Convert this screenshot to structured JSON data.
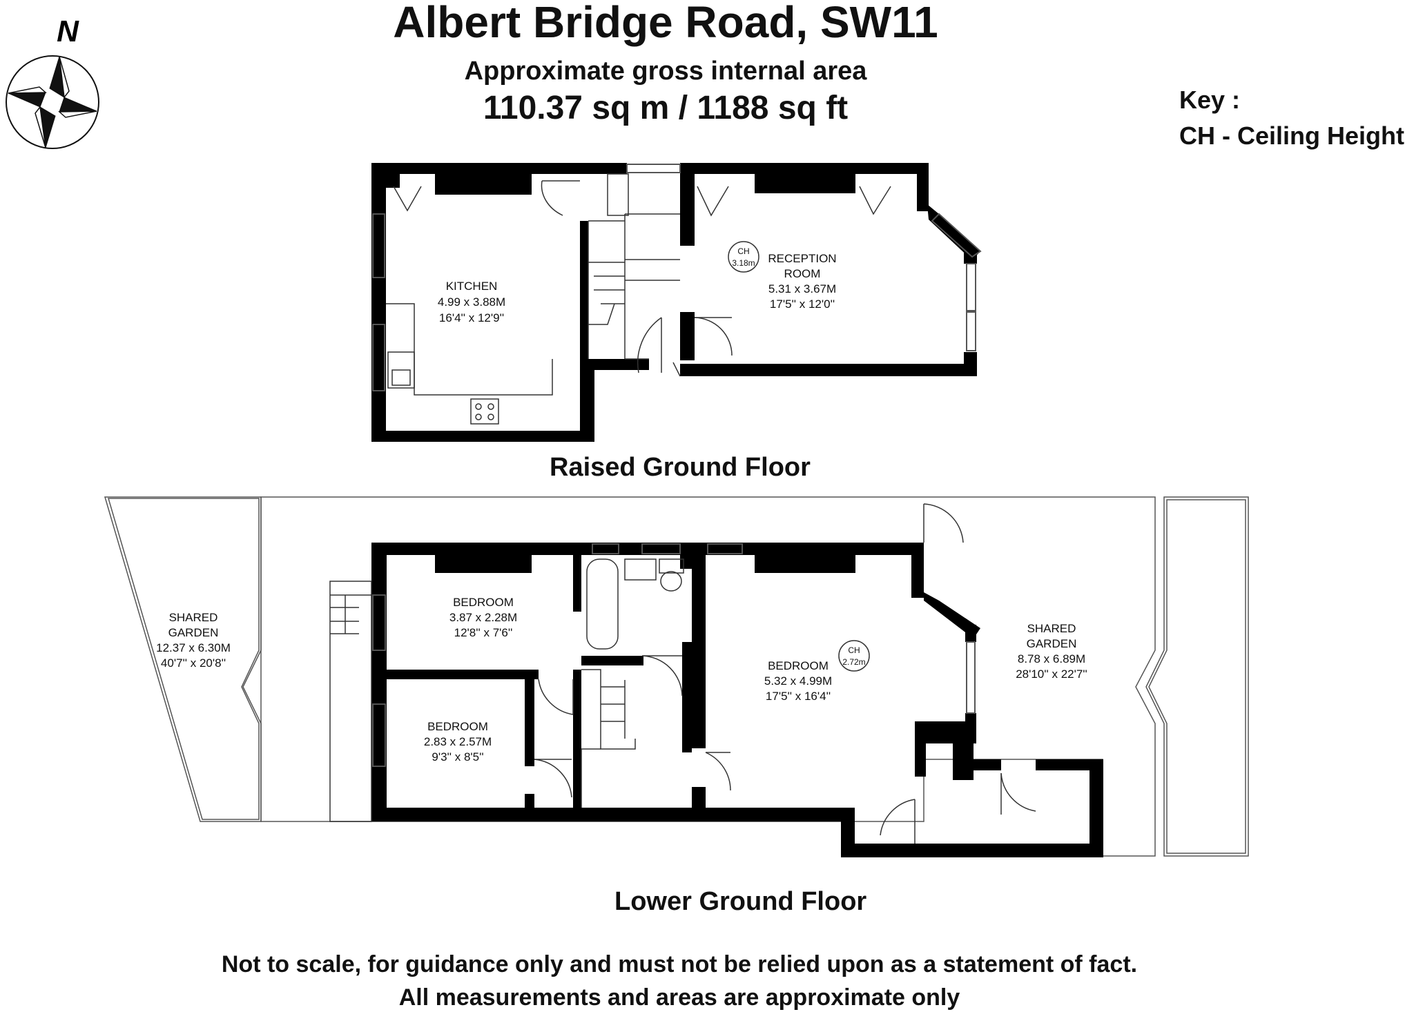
{
  "header": {
    "title": "Albert Bridge Road, SW11",
    "subtitle": "Approximate gross internal area",
    "area": "110.37 sq m /  1188 sq ft"
  },
  "compass": {
    "label": "N"
  },
  "key": {
    "title": "Key :",
    "entry": "CH - Ceiling Height"
  },
  "floors": {
    "raised_ground": {
      "label": "Raised Ground Floor",
      "rooms": {
        "kitchen": [
          "KITCHEN",
          "4.99 x 3.88M",
          "16'4'' x 12'9''"
        ],
        "reception": [
          "RECEPTION",
          "ROOM",
          "5.31 x 3.67M",
          "17'5'' x 12'0''"
        ]
      },
      "ceiling": [
        "CH",
        "3.18m"
      ]
    },
    "lower_ground": {
      "label": "Lower Ground Floor",
      "rooms": {
        "garden_left": [
          "SHARED",
          "GARDEN",
          "12.37 x 6.30M",
          "40'7'' x 20'8''"
        ],
        "bedroom_top": [
          "BEDROOM",
          "3.87 x 2.28M",
          "12'8'' x 7'6''"
        ],
        "bedroom_small": [
          "BEDROOM",
          "2.83 x 2.57M",
          "9'3'' x 8'5''"
        ],
        "bedroom_main": [
          "BEDROOM",
          "5.32 x 4.99M",
          "17'5'' x 16'4''"
        ],
        "garden_right": [
          "SHARED",
          "GARDEN",
          "8.78 x 6.89M",
          "28'10'' x 22'7''"
        ]
      },
      "ceiling": [
        "CH",
        "2.72m"
      ]
    }
  },
  "footer": {
    "line1": "Not to scale, for guidance only and must not be relied upon as a statement of fact.",
    "line2": "All measurements and areas are approximate only"
  }
}
